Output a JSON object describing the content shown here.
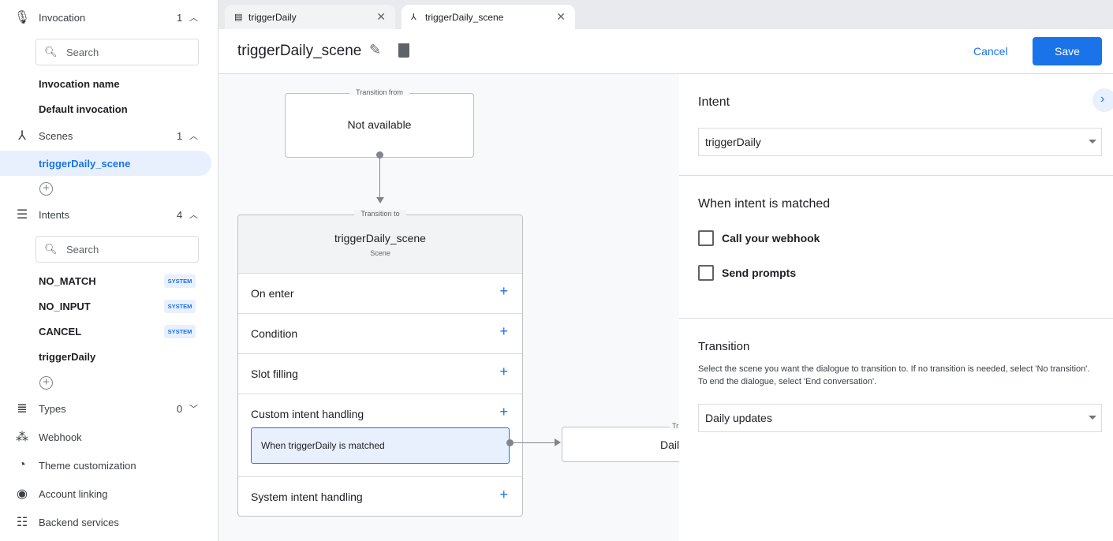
{
  "sidebar": {
    "invocation": {
      "label": "Invocation",
      "count": "1",
      "search_placeholder": "Search",
      "items": [
        "Invocation name",
        "Default invocation"
      ]
    },
    "scenes": {
      "label": "Scenes",
      "count": "1",
      "items": [
        "triggerDaily_scene"
      ]
    },
    "intents": {
      "label": "Intents",
      "count": "4",
      "search_placeholder": "Search",
      "items": [
        {
          "label": "NO_MATCH",
          "badge": "SYSTEM"
        },
        {
          "label": "NO_INPUT",
          "badge": "SYSTEM"
        },
        {
          "label": "CANCEL",
          "badge": "SYSTEM"
        },
        {
          "label": "triggerDaily",
          "badge": ""
        }
      ]
    },
    "types": {
      "label": "Types",
      "count": "0"
    },
    "links": [
      "Webhook",
      "Theme customization",
      "Account linking",
      "Backend services"
    ]
  },
  "tabs": [
    {
      "label": "triggerDaily",
      "icon": "list-icon"
    },
    {
      "label": "triggerDaily_scene",
      "icon": "scene-icon"
    }
  ],
  "header": {
    "title": "triggerDaily_scene",
    "cancel": "Cancel",
    "save": "Save"
  },
  "canvas": {
    "from": {
      "legend": "Transition from",
      "text": "Not available"
    },
    "to": {
      "legend": "Transition to",
      "title": "triggerDaily_scene",
      "subtitle": "Scene"
    },
    "rows": [
      "On enter",
      "Condition",
      "Slot filling",
      "Custom intent handling",
      "System intent handling"
    ],
    "handler": "When triggerDaily is matched",
    "target": {
      "legend": "Tr",
      "text": "Dail"
    }
  },
  "panel": {
    "intent_heading": "Intent",
    "intent_value": "triggerDaily",
    "matched_heading": "When intent is matched",
    "checks": [
      {
        "label": "Call your webhook",
        "checked": false
      },
      {
        "label": "Send prompts",
        "checked": false
      }
    ],
    "transition_heading": "Transition",
    "transition_help": "Select the scene you want the dialogue to transition to. If no transition is needed, select 'No transition'. To end the dialogue, select 'End conversation'.",
    "transition_value": "Daily updates"
  },
  "colors": {
    "accent": "#1a73e8",
    "selected_bg": "#e8f0fe"
  }
}
